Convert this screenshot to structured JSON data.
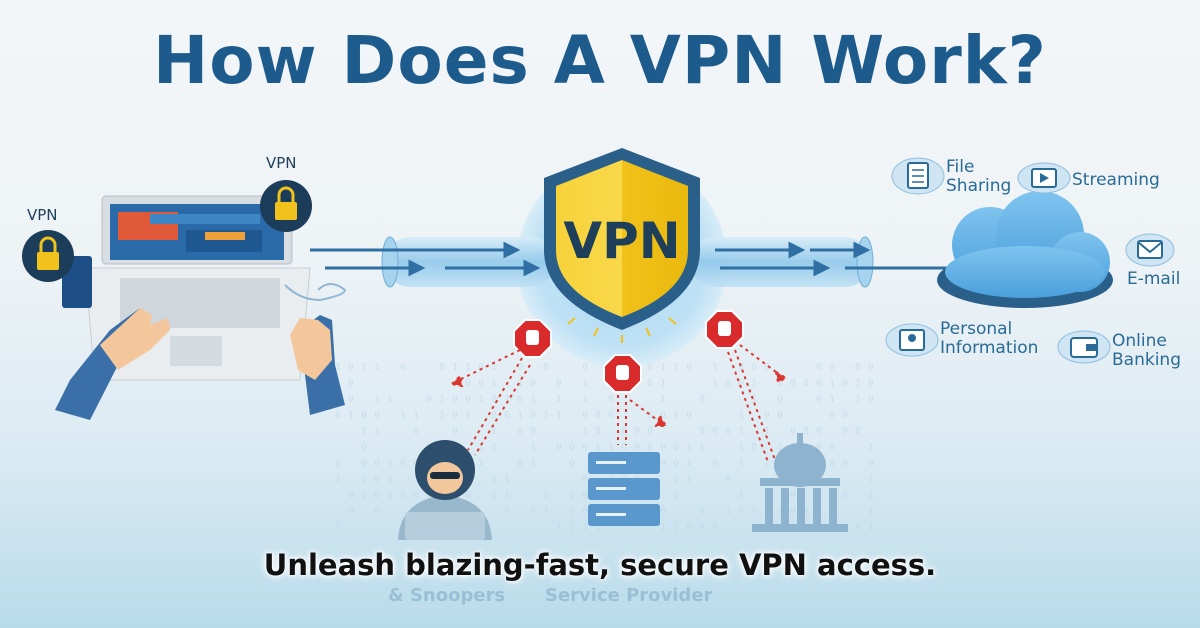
{
  "title": "How Does A VPN Work?",
  "shield_text": "VPN",
  "device_labels": {
    "phone": "VPN",
    "laptop": "VPN"
  },
  "services": {
    "file_sharing": [
      "File",
      "Sharing"
    ],
    "streaming": "Streaming",
    "email": "E-mail",
    "personal_info": [
      "Personal",
      "Information"
    ],
    "online_banking": [
      "Online",
      "Banking"
    ]
  },
  "threats": {
    "hacker": "& Snoopers",
    "isp": "Service Provider"
  },
  "caption": "Unleash blazing-fast, secure VPN access.",
  "colors": {
    "title": "#1c5b8c",
    "shield": "#f5c518",
    "stop": "#d92b2b",
    "tunnel": "#6fb6e2",
    "cloud": "#3d8fd0"
  }
}
